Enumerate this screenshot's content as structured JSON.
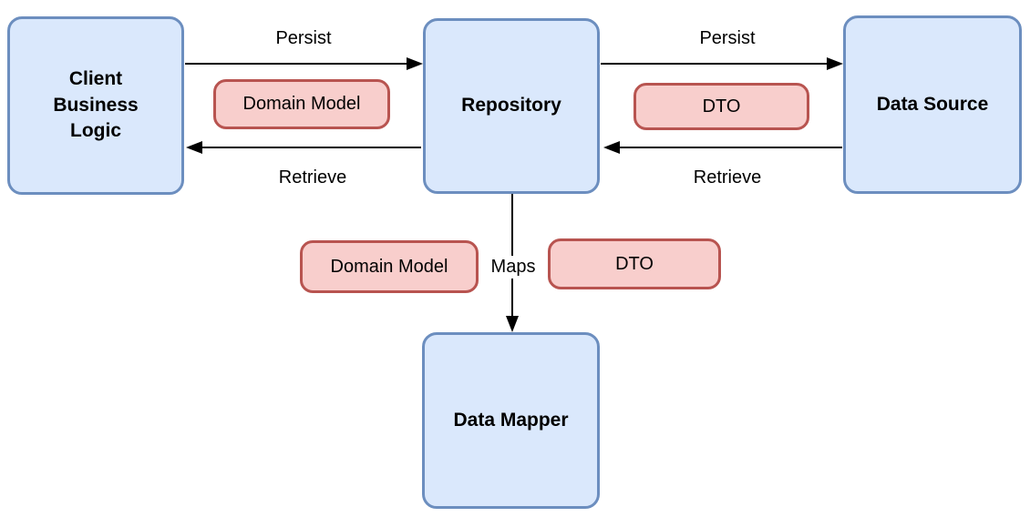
{
  "diagram": {
    "nodes": {
      "client": {
        "label": "Client\nBusiness\nLogic"
      },
      "repository": {
        "label": "Repository"
      },
      "data_source": {
        "label": "Data Source"
      },
      "data_mapper": {
        "label": "Data Mapper"
      }
    },
    "pills": {
      "domain_model_top": {
        "label": "Domain Model"
      },
      "dto_top": {
        "label": "DTO"
      },
      "domain_model_bottom": {
        "label": "Domain Model"
      },
      "dto_bottom": {
        "label": "DTO"
      }
    },
    "edges": {
      "persist_left": {
        "label": "Persist",
        "from": "client",
        "to": "repository"
      },
      "retrieve_left": {
        "label": "Retrieve",
        "from": "repository",
        "to": "client"
      },
      "persist_right": {
        "label": "Persist",
        "from": "repository",
        "to": "data_source"
      },
      "retrieve_right": {
        "label": "Retrieve",
        "from": "data_source",
        "to": "repository"
      },
      "maps": {
        "label": "Maps",
        "from": "repository",
        "to": "data_mapper"
      }
    },
    "colors": {
      "node_fill": "#dae8fc",
      "node_border": "#6c8ebf",
      "pill_fill": "#f8cecc",
      "pill_border": "#b85450",
      "arrow": "#000000",
      "background": "#ffffff"
    }
  }
}
